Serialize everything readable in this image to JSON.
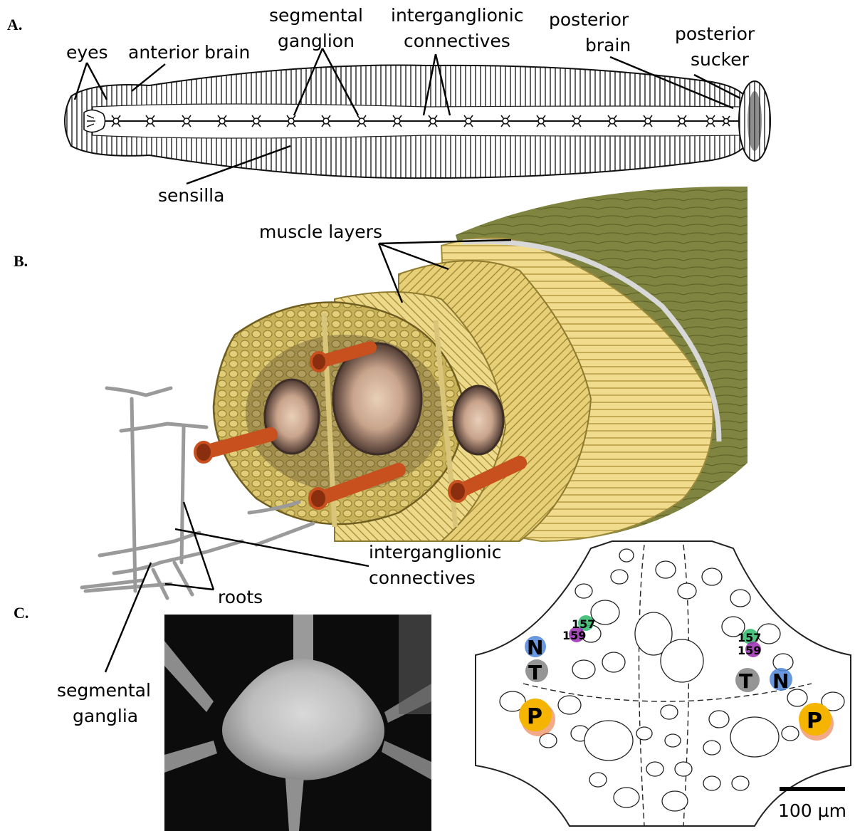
{
  "panels": {
    "a": "A.",
    "b": "B.",
    "c": "C."
  },
  "panel_a": {
    "eyes": "eyes",
    "anterior_brain": "anterior brain",
    "segmental_ganglion": [
      "segmental",
      "ganglion"
    ],
    "interganglionic_connectives": [
      "interganglionic",
      "connectives"
    ],
    "posterior_brain": [
      "posterior",
      "brain"
    ],
    "posterior_sucker": [
      "posterior",
      "sucker"
    ],
    "sensilla": "sensilla"
  },
  "panel_b": {
    "muscle_layers": "muscle layers",
    "interganglionic_connectives": [
      "interganglionic",
      "connectives"
    ],
    "roots": "roots",
    "segmental_ganglia": [
      "segmental",
      "ganglia"
    ]
  },
  "panel_c": {
    "cell_labels": {
      "n": "N",
      "t": "T",
      "p": "P",
      "c157": "157",
      "c159": "159"
    },
    "scale_bar": "100 µm"
  },
  "colors": {
    "muscle_yellow": "#e8d27a",
    "muscle_dark": "#b39a42",
    "body_green": "#7a7d3a",
    "vessel_orange": "#c8501e",
    "gut_brown": "#6a4a3e",
    "cell_n": "#4f86d8",
    "cell_t": "#8a8a8a",
    "cell_p": "#f5b400",
    "cell_p_shadow": "#e8652a",
    "cell_157": "#2fb86a",
    "cell_159": "#9a2ab0",
    "photo_bg": "#0c0c0c"
  }
}
